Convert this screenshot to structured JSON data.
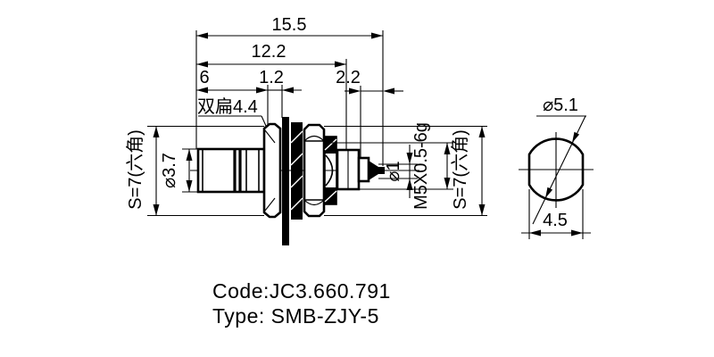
{
  "meta": {
    "background_color": "#ffffff",
    "line_color": "#000000",
    "drawing_kind": "connector outline dimension drawing"
  },
  "labels": {
    "total_length": "15.5",
    "body_length": "12.2",
    "front_length": "6",
    "flange_width": "1.2",
    "tail_length": "2.2",
    "double_flat_note": "双扁4.4",
    "hex_left": "S=7(六角)",
    "front_diameter": "⌀3.7",
    "pin_diameter": "⌀1",
    "thread_spec": "M5X0.5-6g",
    "hex_right": "S=7(六角)",
    "end_diameter": "⌀5.1",
    "across_flats": "4.5"
  },
  "title_block": {
    "code_line": "Code:JC3.660.791",
    "type_line": "Type: SMB-ZJY-5"
  }
}
